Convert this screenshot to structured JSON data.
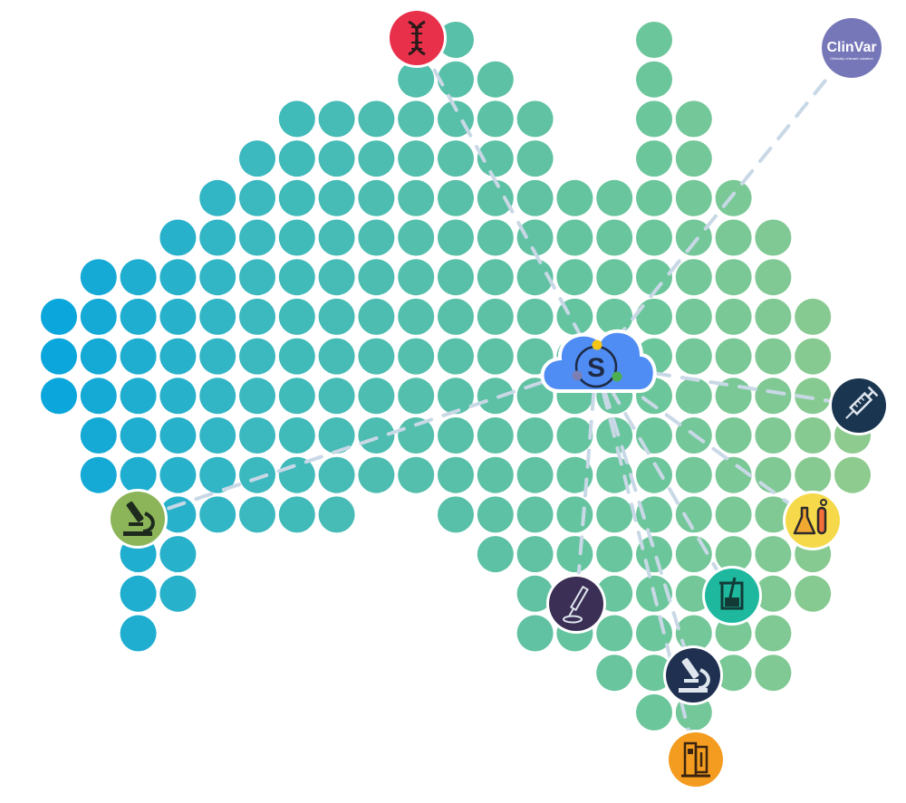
{
  "map": {
    "shape": "Australia dot map",
    "gradient_colors": [
      "#0aa6dc",
      "#3bb8bf",
      "#58c0a8",
      "#6cc69b",
      "#8dcb8f"
    ]
  },
  "hub": {
    "icon": "cloud-s-icon",
    "letter": "S",
    "cloud_color": "#4f8df5",
    "dot_colors": [
      "#f5c518",
      "#4caf50",
      "#7b7fb3"
    ]
  },
  "connection_color": "#c9d8e6",
  "nodes": [
    {
      "id": "dna",
      "icon": "dna-icon",
      "color": "#e8304a"
    },
    {
      "id": "clinvar",
      "icon": "clinvar-logo",
      "color": "#7677b9",
      "title": "ClinVar",
      "subtitle": "Clinically relevant variation"
    },
    {
      "id": "microscope-west",
      "icon": "microscope-icon",
      "color": "#8bb558"
    },
    {
      "id": "syringe",
      "icon": "syringe-icon",
      "color": "#1a3550"
    },
    {
      "id": "flasks",
      "icon": "flasks-icon",
      "color": "#f5d94a"
    },
    {
      "id": "pipette",
      "icon": "pipette-icon",
      "color": "#3b2f56"
    },
    {
      "id": "beaker",
      "icon": "beaker-icon",
      "color": "#1eb89f"
    },
    {
      "id": "microscope-south",
      "icon": "microscope-icon",
      "color": "#1f3050"
    },
    {
      "id": "lab-instrument",
      "icon": "lab-instrument-icon",
      "color": "#f39c1f"
    }
  ]
}
